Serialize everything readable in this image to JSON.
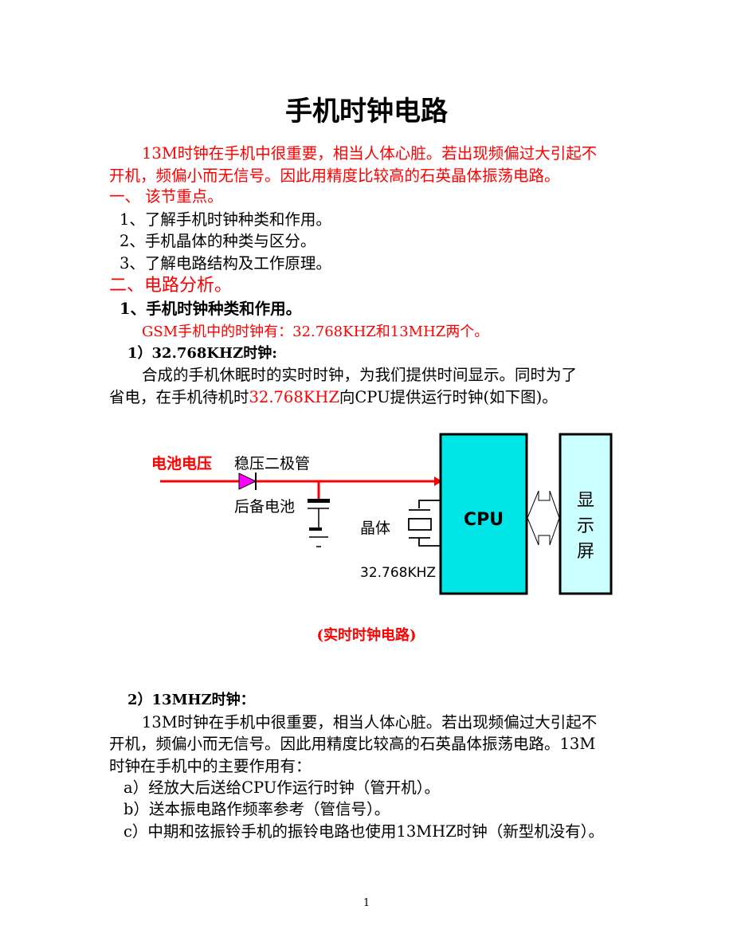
{
  "title": "手机时钟电路",
  "intro": [
    "13M时钟在手机中很重要，相当人体心脏。若出现频偏过大引起不",
    "开机，频偏小而无信号。因此用精度比较高的石英晶体振荡电路。"
  ],
  "section1": {
    "heading": "一、 该节重点。",
    "items": [
      "1、了解手机时钟种类和作用。",
      "2、手机晶体的种类与区分。",
      "3、了解电路结构及工作原理。"
    ]
  },
  "section2": {
    "heading": "二、电路分析。",
    "sub1": "1、手机时钟种类和作用。",
    "clocks": "GSM手机中的时钟有：32.768KHZ和13MHZ两个。",
    "rtc": {
      "heading": "1）32.768KHZ时钟:",
      "p1": "合成的手机休眠时的实时时钟，为我们提供时间显示。同时为了",
      "p2a": "省电，在手机待机时",
      "p2b": "32.768KHZ",
      "p2c": "向CPU提供运行时钟(如下图)。"
    },
    "diagram": {
      "battery_voltage": "电池电压",
      "zener": "稳压二极管",
      "backup_battery": "后备电池",
      "crystal": "晶体",
      "frequency": "32.768KHZ",
      "cpu": "CPU",
      "display": [
        "显",
        "示",
        "屏"
      ],
      "caption": "(实时时钟电路)"
    },
    "mhz": {
      "heading": "2）13MHZ时钟：",
      "lines": [
        "13M时钟在手机中很重要，相当人体心脏。若出现频偏过大引起不",
        "开机，频偏小而无信号。因此用精度比较高的石英晶体振荡电路。13M",
        "时钟在手机中的主要作用有："
      ],
      "items": [
        "a）经放大后送给CPU作运行时钟（管开机）。",
        "b）送本振电路作频率参考（管信号）。",
        "c）中期和弦振铃手机的振铃电路也使用13MHZ时钟（新型机没有）。"
      ]
    }
  },
  "page_number": "1",
  "colors": {
    "red": "#ff0000",
    "cpu": "#00e5e5",
    "display": "#ccffff",
    "diode": "#ff00ff"
  }
}
